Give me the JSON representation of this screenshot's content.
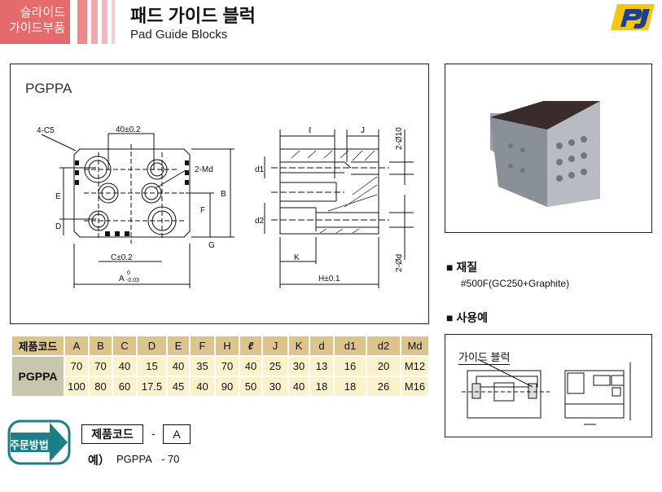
{
  "header": {
    "category_line1": "슬라이드",
    "category_line2": "가이드부품",
    "title": "패드 가이드 블럭",
    "subtitle": "Pad Guide Blocks",
    "logo": "PJ logo"
  },
  "drawing": {
    "model": "PGPPA",
    "labels": {
      "chamfer": "4-C5",
      "pitch": "40±0.2",
      "tap": "2-Md",
      "E": "E",
      "D": "D",
      "B": "B",
      "F": "F",
      "G": "G",
      "C": "C±0.2",
      "A": "A",
      "A_tol_upper": "0",
      "A_tol_lower": "-0.03",
      "l": "ℓ",
      "J": "J",
      "d1": "d1",
      "d2": "d2",
      "phi10": "2-Ø10",
      "phid": "2-Ød",
      "K": "K",
      "H": "H±0.1"
    }
  },
  "material": {
    "heading": "재질",
    "value": "#500F(GC250+Graphite)"
  },
  "usage": {
    "heading": "사용예",
    "callout": "가이드 블럭"
  },
  "table": {
    "headers": [
      "제품코드",
      "A",
      "B",
      "C",
      "D",
      "E",
      "F",
      "H",
      "ℓ",
      "J",
      "K",
      "d",
      "d1",
      "d2",
      "Md"
    ],
    "code": "PGPPA",
    "rows": [
      [
        "70",
        "70",
        "40",
        "15",
        "40",
        "35",
        "70",
        "40",
        "25",
        "30",
        "13",
        "16",
        "20",
        "M12"
      ],
      [
        "100",
        "80",
        "60",
        "17.5",
        "45",
        "40",
        "90",
        "50",
        "30",
        "40",
        "18",
        "18",
        "26",
        "M16"
      ]
    ]
  },
  "order": {
    "badge": "주문방법",
    "box1": "제품코드",
    "dash": "-",
    "box2": "A",
    "example_label": "예）",
    "example_code": "PGPPA",
    "example_suffix": "- 70"
  },
  "colors": {
    "category": "#e46a6c",
    "table_header": "#dcc48c",
    "table_cell": "#fbf2cc",
    "badge": "#1a7f86"
  }
}
